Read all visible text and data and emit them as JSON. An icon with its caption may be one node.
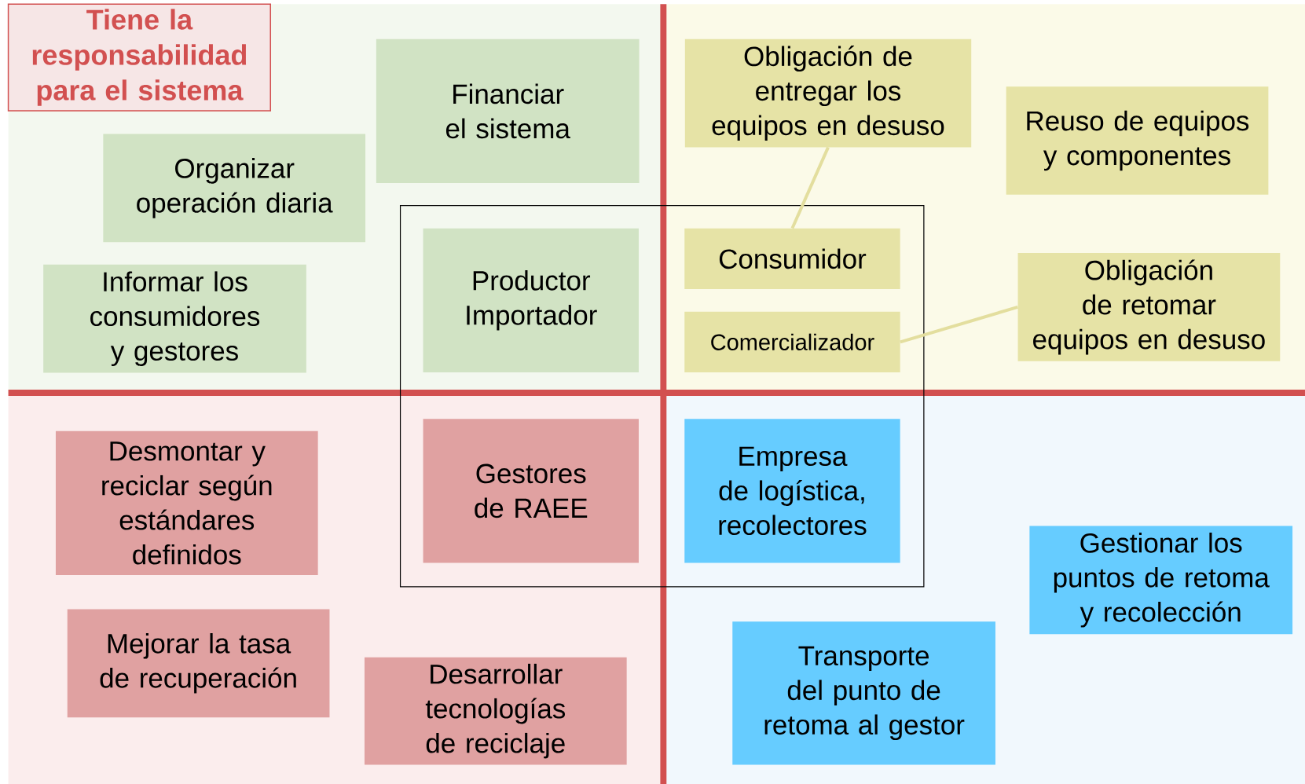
{
  "diagram": {
    "nodes": [
      {
        "text": [
          "Tiene la responsabilidad para el sistema"
        ]
      },
      {
        "text": [
          "Financiar el sistema"
        ]
      },
      {
        "text": [
          "Organizar operación diaria"
        ]
      },
      {
        "text": [
          "Informar los consumidores y gestores"
        ]
      },
      {
        "text": [],
        "shape": "box"
      },
      {
        "text": [
          "Productor Importador"
        ],
        "in": 4
      },
      {
        "text": [
          "Obligación de entregar los equipos en desuso"
        ]
      },
      {
        "text": [
          "Reuso de equipos y componentes"
        ]
      },
      {
        "text": [
          "Consumidor"
        ],
        "in": 4
      },
      {
        "text": [
          "Comercializador"
        ],
        "in": 4
      },
      {
        "text": [
          "Obligación de retomar equipos en desuso"
        ]
      },
      {
        "text": [
          "Desmontar y reciclar según estándares definidos"
        ]
      },
      {
        "text": [
          "Gestores de RAEE"
        ],
        "in": 4
      },
      {
        "text": [
          "Empresa de logística, recolectores"
        ],
        "in": 4
      },
      {
        "text": [
          "Mejorar la tasa de recuperación"
        ]
      },
      {
        "text": [
          "Desarrollar tecnologías de reciclaje"
        ]
      },
      {
        "text": [
          "Gestionar los puntos de retoma y recolección"
        ]
      },
      {
        "text": [
          "Transporte del punto de retoma al gestor"
        ]
      }
    ],
    "edges": [
      {
        "from": 8,
        "to": 6,
        "arrow": "none"
      },
      {
        "from": 9,
        "to": 10,
        "arrow": "none"
      }
    ]
  }
}
